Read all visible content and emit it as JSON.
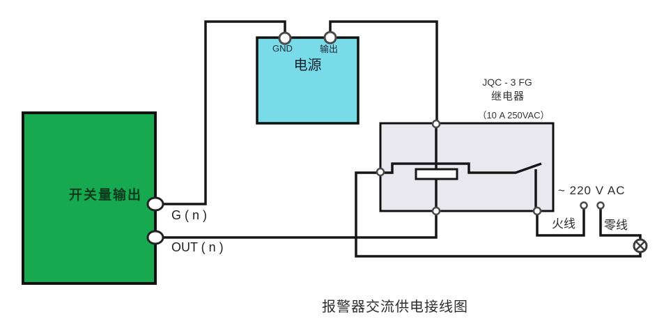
{
  "title": "报警器交流供电接线图",
  "colors": {
    "background": "#ffffff",
    "green_box": "#17a94f",
    "power_box": "#79dbe8",
    "relay_box": "#e8e8ee",
    "wire": "#161616"
  },
  "switch_output": {
    "label": "开关量输出",
    "g_terminal": "G ( n )",
    "out_terminal": "OUT ( n )"
  },
  "power_supply": {
    "label": "电源",
    "gnd_terminal": "GND",
    "output_terminal": "输出"
  },
  "relay": {
    "model": "JQC - 3 FG",
    "name": "继电器",
    "rating": "（10 A  250VAC）"
  },
  "mains": {
    "voltage": "~ 220 V AC",
    "live": "火线",
    "neutral": "零线"
  },
  "icons": {
    "lamp": "⊗"
  }
}
